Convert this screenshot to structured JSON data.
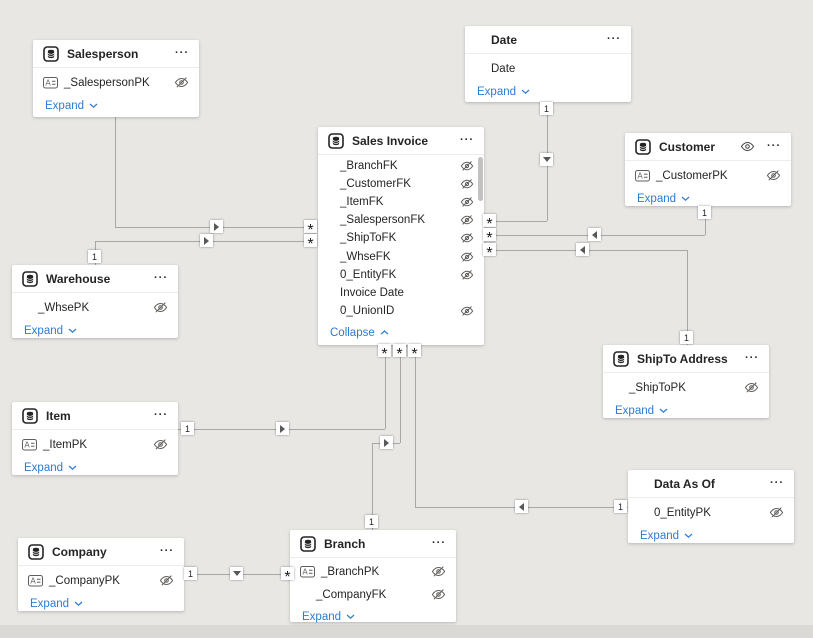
{
  "ui": {
    "more": "···",
    "one": "1",
    "many": "*"
  },
  "colors": {
    "canvas": "#e9e7e4",
    "card": "#ffffff",
    "text": "#252423",
    "muted_icon": "#605e5c",
    "link_blue": "#2b7cd3",
    "relationship_line": "#a9a7a5"
  },
  "icons": {
    "table": "database-table-icon",
    "field_type": "text-abc-icon",
    "hidden_field": "eye-slash-icon",
    "header_visibility": "eye-icon",
    "more": "ellipsis-icon",
    "expand": "chevron-down-icon",
    "collapse": "chevron-up-icon",
    "filter_direction": "filter-direction-arrow"
  },
  "tables": [
    {
      "title": "Salesperson",
      "footer_action": "Expand",
      "fields": [
        {
          "name": "_SalespersonPK",
          "hidden": true
        }
      ]
    },
    {
      "title": "Date",
      "footer_action": "Expand",
      "fields": [
        {
          "name": "Date",
          "hidden": false
        }
      ]
    },
    {
      "title": "Sales Invoice",
      "footer_action": "Collapse",
      "fields": [
        {
          "name": "_BranchFK",
          "hidden": true
        },
        {
          "name": "_CustomerFK",
          "hidden": true
        },
        {
          "name": "_ItemFK",
          "hidden": true
        },
        {
          "name": "_SalespersonFK",
          "hidden": true
        },
        {
          "name": "_ShipToFK",
          "hidden": true
        },
        {
          "name": "_WhseFK",
          "hidden": true
        },
        {
          "name": "0_EntityFK",
          "hidden": true
        },
        {
          "name": "Invoice Date",
          "hidden": false
        },
        {
          "name": "0_UnionID",
          "hidden": true
        }
      ]
    },
    {
      "title": "Customer",
      "footer_action": "Expand",
      "fields": [
        {
          "name": "_CustomerPK",
          "hidden": true
        }
      ]
    },
    {
      "title": "Warehouse",
      "footer_action": "Expand",
      "fields": [
        {
          "name": "_WhsePK",
          "hidden": true
        }
      ]
    },
    {
      "title": "ShipTo Address",
      "footer_action": "Expand",
      "fields": [
        {
          "name": "_ShipToPK",
          "hidden": true
        }
      ]
    },
    {
      "title": "Item",
      "footer_action": "Expand",
      "fields": [
        {
          "name": "_ItemPK",
          "hidden": true
        }
      ]
    },
    {
      "title": "Data As Of",
      "footer_action": "Expand",
      "fields": [
        {
          "name": "0_EntityPK",
          "hidden": true
        }
      ]
    },
    {
      "title": "Company",
      "footer_action": "Expand",
      "fields": [
        {
          "name": "_CompanyPK",
          "hidden": true
        }
      ]
    },
    {
      "title": "Branch",
      "footer_action": "Expand",
      "fields": [
        {
          "name": "_BranchPK",
          "hidden": true
        },
        {
          "name": "_CompanyFK",
          "hidden": true
        }
      ]
    }
  ],
  "relationships": [
    {
      "from": "Salesperson",
      "to": "Sales Invoice",
      "from_cardinality": "1",
      "to_cardinality": "*"
    },
    {
      "from": "Warehouse",
      "to": "Sales Invoice",
      "from_cardinality": "1",
      "to_cardinality": "*"
    },
    {
      "from": "Date",
      "to": "Sales Invoice",
      "from_cardinality": "1",
      "to_cardinality": "*"
    },
    {
      "from": "Customer",
      "to": "Sales Invoice",
      "from_cardinality": "1",
      "to_cardinality": "*"
    },
    {
      "from": "ShipTo Address",
      "to": "Sales Invoice",
      "from_cardinality": "1",
      "to_cardinality": "*"
    },
    {
      "from": "Item",
      "to": "Sales Invoice",
      "from_cardinality": "1",
      "to_cardinality": "*"
    },
    {
      "from": "Branch",
      "to": "Sales Invoice",
      "from_cardinality": "1",
      "to_cardinality": "*"
    },
    {
      "from": "Data As Of",
      "to": "Sales Invoice",
      "from_cardinality": "1",
      "to_cardinality": "*"
    },
    {
      "from": "Company",
      "to": "Branch",
      "from_cardinality": "1",
      "to_cardinality": "*"
    }
  ]
}
